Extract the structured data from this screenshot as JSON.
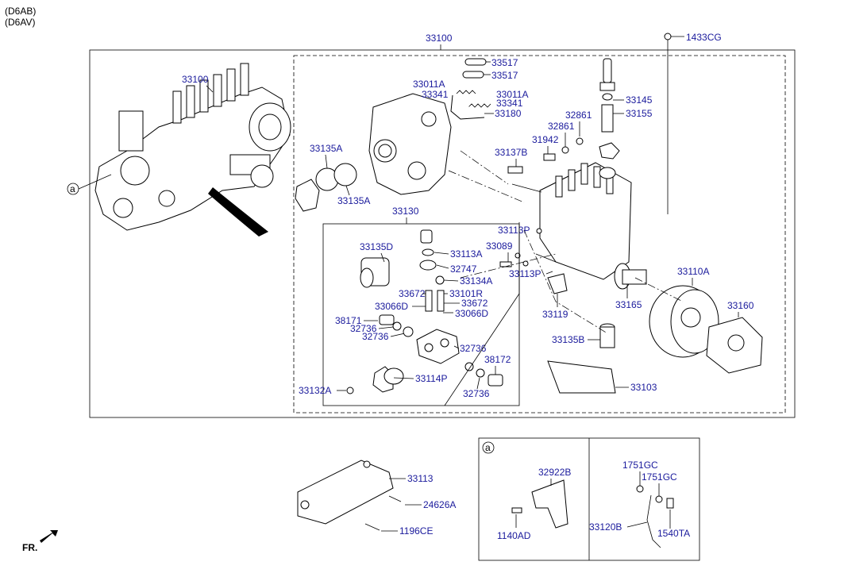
{
  "header": {
    "line1": "(D6AB)",
    "line2": "(D6AV)"
  },
  "colors": {
    "callout": "#1a1a9c",
    "line": "#000000",
    "background": "#ffffff"
  },
  "labels": {
    "main_assy": "33100",
    "cap_screw": "1433CG",
    "pump_assy": "33100",
    "p33517a": "33517",
    "p33517b": "33517",
    "p33011a_l": "33011A",
    "p33341_l": "33341",
    "p33011a_r": "33011A",
    "p33341_r": "33341",
    "p33180": "33180",
    "p33145": "33145",
    "p33155": "33155",
    "p32861a": "32861",
    "p32861b": "32861",
    "p31942": "31942",
    "p33137b": "33137B",
    "p33135a_top": "33135A",
    "p33135a_bot": "33135A",
    "p33130": "33130",
    "p33135d": "33135D",
    "p33113a": "33113A",
    "p32747": "32747",
    "p33134a": "33134A",
    "p33672a": "33672",
    "p33101r": "33101R",
    "p33066d_l": "33066D",
    "p33672b": "33672",
    "p33066d_r": "33066D",
    "p38171": "38171",
    "p32736a": "32736",
    "p32736b": "32736",
    "p32736c": "32736",
    "p38172": "38172",
    "p32736d": "32736",
    "p33114p": "33114P",
    "p33132a": "33132A",
    "p33113p_a": "33113P",
    "p33089": "33089",
    "p33113p_b": "33113P",
    "p33119": "33119",
    "p33165": "33165",
    "p33110a": "33110A",
    "p33160": "33160",
    "p33135b": "33135B",
    "p33103": "33103",
    "p33113": "33113",
    "p24626a": "24626A",
    "p1196ce": "1196CE",
    "ref_a_main": "a",
    "ref_a_box": "a",
    "p32922b": "32922B",
    "p1140ad": "1140AD",
    "p1751gc_a": "1751GC",
    "p1751gc_b": "1751GC",
    "p33120b": "33120B",
    "p1540ta": "1540TA",
    "fr": "FR."
  },
  "icons": [
    "front-arrow-icon",
    "reference-circle-icon"
  ]
}
